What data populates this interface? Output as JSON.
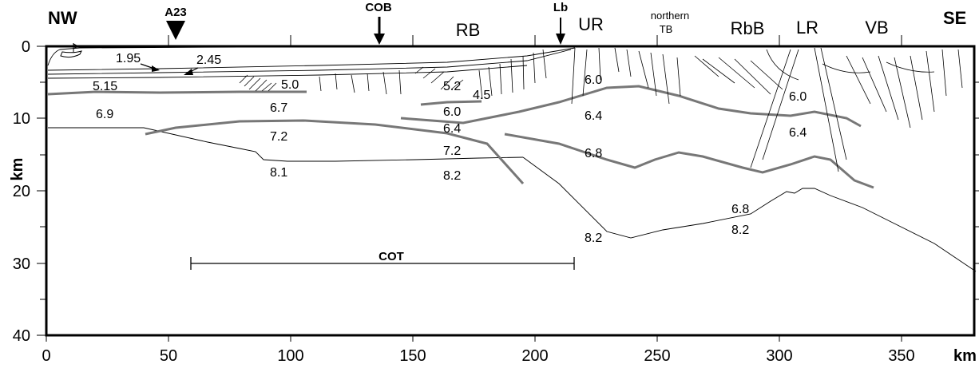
{
  "header": {
    "nw": "NW",
    "se": "SE",
    "a23": "A23",
    "cob": "COB",
    "lb": "Lb",
    "rb": "RB",
    "ur": "UR",
    "northern": "northern",
    "tb": "TB",
    "rbb": "RbB",
    "lr": "LR",
    "vb": "VB"
  },
  "axes": {
    "y_unit": "km",
    "x_unit": "km",
    "y_ticks": [
      "0",
      "10",
      "20",
      "30",
      "40"
    ],
    "x_ticks": [
      "0",
      "50",
      "100",
      "150",
      "200",
      "250",
      "300",
      "350"
    ],
    "x_range": [
      0,
      380
    ],
    "y_range": [
      0,
      40
    ]
  },
  "velocities": {
    "v195": "1.95",
    "v245": "2.45",
    "v515": "5.15",
    "v50": "5.0",
    "v69": "6.9",
    "v67": "6.7",
    "v72a": "7.2",
    "v81": "8.1",
    "v52": "5.2",
    "v45": "4.5",
    "v60a": "6.0",
    "v64a": "6.4",
    "v72b": "7.2",
    "v82a": "8.2",
    "v60b": "6.0",
    "v64b": "6.4",
    "v68a": "6.8",
    "v82b": "8.2",
    "v60c": "6.0",
    "v64c": "6.4",
    "v68b": "6.8",
    "v82c": "8.2"
  },
  "cot": "COT"
}
